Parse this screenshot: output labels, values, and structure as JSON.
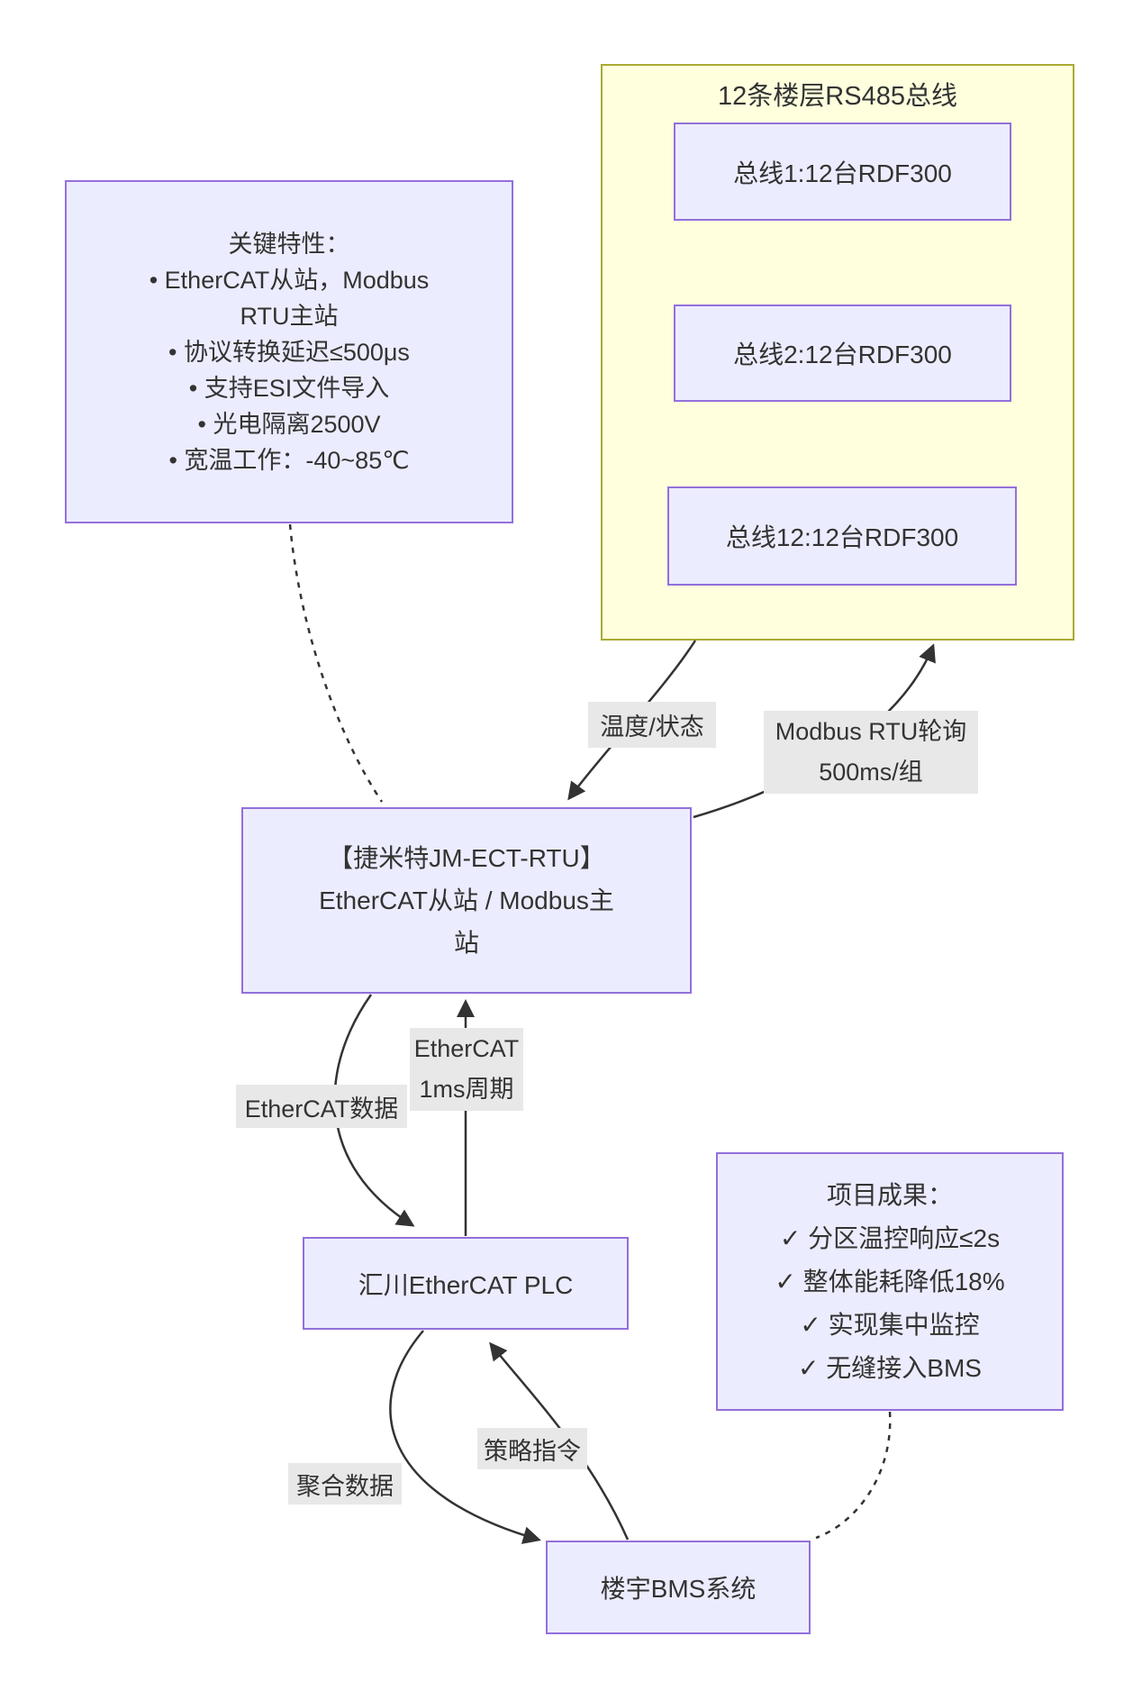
{
  "colors": {
    "node_fill": "#ECECFF",
    "node_border": "#9370DB",
    "subgraph_fill": "#FFFFDE",
    "subgraph_border": "#AAAA33",
    "edge_label_bg": "#E8E8E8",
    "line": "#333333",
    "text": "#333333"
  },
  "diagram": {
    "subgraph": {
      "title": "12条楼层RS485总线"
    },
    "nodes": {
      "bus1": {
        "label": "总线1:12台RDF300"
      },
      "bus2": {
        "label": "总线2:12台RDF300"
      },
      "bus12": {
        "label": "总线12:12台RDF300"
      },
      "features": {
        "lines": [
          "关键特性：",
          "• EtherCAT从站，Modbus",
          "RTU主站",
          "• 协议转换延迟≤500μs",
          "• 支持ESI文件导入",
          "• 光电隔离2500V",
          "• 宽温工作：-40~85℃"
        ]
      },
      "gateway": {
        "lines": [
          "【捷米特JM-ECT-RTU】",
          "EtherCAT从站 / Modbus主",
          "站"
        ]
      },
      "plc": {
        "label": "汇川EtherCAT PLC"
      },
      "results": {
        "lines": [
          "项目成果：",
          "✓ 分区温控响应≤2s",
          "✓ 整体能耗降低18%",
          "✓ 实现集中监控",
          "✓ 无缝接入BMS"
        ]
      },
      "bms": {
        "label": "楼宇BMS系统"
      }
    },
    "edges": {
      "temp_status": {
        "label": "温度/状态"
      },
      "modbus_poll": {
        "lines": [
          "Modbus RTU轮询",
          "500ms/组"
        ]
      },
      "ethercat_data": {
        "label": "EtherCAT数据"
      },
      "ethercat_cycle": {
        "lines": [
          "EtherCAT",
          "1ms周期"
        ]
      },
      "aggregate": {
        "label": "聚合数据"
      },
      "strategy": {
        "label": "策略指令"
      }
    }
  }
}
